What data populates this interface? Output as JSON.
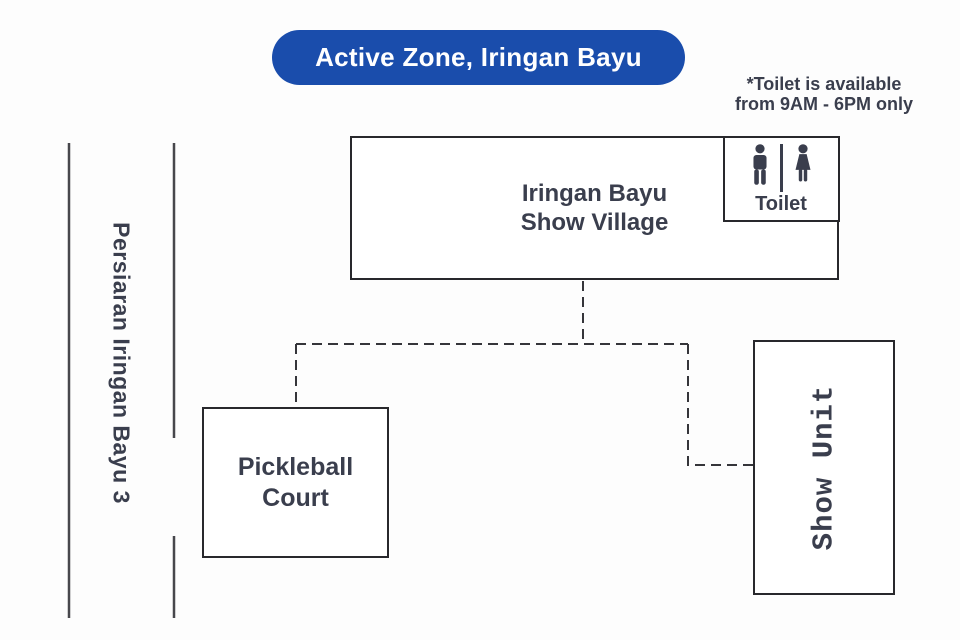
{
  "title": {
    "label": "Active Zone, Iringan Bayu"
  },
  "note": {
    "line1": "*Toilet is available",
    "line2": "from 9AM - 6PM only"
  },
  "road": {
    "label": "Persiaran Iringan Bayu 3"
  },
  "show_village": {
    "line1": "Iringan Bayu",
    "line2": "Show Village"
  },
  "toilet": {
    "label": "Toilet"
  },
  "pickleball_court": {
    "line1": "Pickleball",
    "line2": "Court"
  },
  "show_unit": {
    "label": "Show Unit"
  },
  "icons": {
    "male": "male-restroom-icon",
    "female": "female-restroom-icon"
  },
  "colors": {
    "accent_blue": "#1a4dac",
    "ink": "#3a3e4d",
    "border_dark": "#28282c",
    "road_line": "#47474c",
    "dash_line": "#35353a",
    "background": "#fdfdfd"
  }
}
